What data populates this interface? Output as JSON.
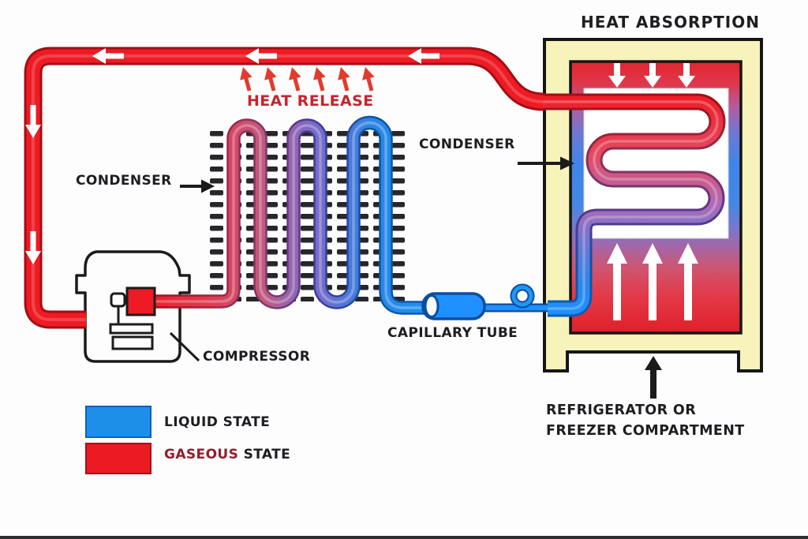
{
  "title": "Refrigeration cycle diagram",
  "labels": {
    "heat_absorption": "HEAT ABSORPTION",
    "heat_release": "HEAT RELEASE",
    "condenser_left": "CONDENSER",
    "condenser_right": "CONDENSER",
    "compressor": "COMPRESSOR",
    "capillary_tube": "CAPILLARY TUBE",
    "refrigerator_line1": "REFRIGERATOR OR",
    "refrigerator_line2": "FREEZER COMPARTMENT"
  },
  "legend": {
    "liquid_label": "LIQUID STATE",
    "gaseous_word": "GASEOUS",
    "gaseous_state_word": " STATE",
    "liquid_color": "#1e8fe8",
    "gaseous_color": "#ec1b22"
  },
  "colors": {
    "pipe_red": "#ee1b24",
    "tube_blue": "#1e90ff",
    "purple_mid": "#8768be",
    "frame_yellow": "#f7f3bb",
    "heat_release_text": "#c8242e",
    "gaseous_text": "#8e1f2e",
    "label_text": "#1d1d22",
    "fin_color": "#26262b"
  },
  "arrows": {
    "top_pipe_flow": "left",
    "left_pipe_flow": "down",
    "heat_release_count": 6,
    "compartment_in_count": 3,
    "compartment_out_count": 3
  }
}
